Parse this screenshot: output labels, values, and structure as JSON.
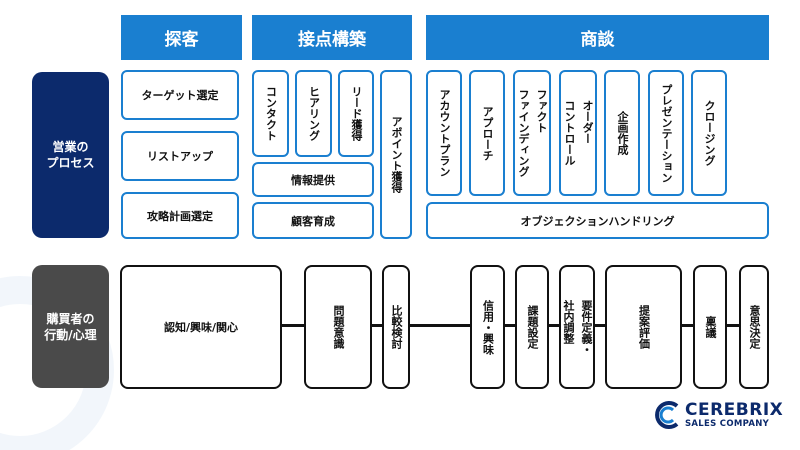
{
  "headers": {
    "tankyaku": "探客",
    "sekiten": "接点構築",
    "shodan": "商談"
  },
  "left_labels": {
    "sales_process": [
      "営業の",
      "プロセス"
    ],
    "buyer_behavior": [
      "購買者の",
      "行動/心理"
    ]
  },
  "tankyaku_items": [
    "ターゲット選定",
    "リストアップ",
    "攻略計画選定"
  ],
  "sekiten_items": {
    "contact": "コンタクト",
    "hearing": "ヒアリング",
    "lead": "リード獲得",
    "info": "情報提供",
    "nurture": "顧客育成",
    "appointment": "アポイント獲得"
  },
  "shodan_items": {
    "account_plan": "アカウントプラン",
    "approach": "アプローチ",
    "fact_finding": [
      "ファクト",
      "ファインディング"
    ],
    "order_control": [
      "オーダー",
      "コントロール"
    ],
    "planning": "企画作成",
    "presentation": "プレゼンテーション",
    "closing": "クロージング",
    "objection": "オブジェクションハンドリング"
  },
  "buyer_items": {
    "awareness": "認知/興味/関心",
    "problem": "問題意識",
    "compare": "比較検討",
    "trust": "信用・興味",
    "issue": "課題設定",
    "requirement": [
      "要件定義・",
      "社内調整"
    ],
    "proposal": "提案評価",
    "approval": "稟議",
    "decision": "意思決定"
  },
  "logo": {
    "name": "CEREBRIX",
    "sub": "SALES COMPANY",
    "color": "#0c2a6c"
  },
  "colors": {
    "header_blue": "#1a7fd0",
    "navy": "#0c2a6c",
    "gray": "#4a4a4a"
  }
}
